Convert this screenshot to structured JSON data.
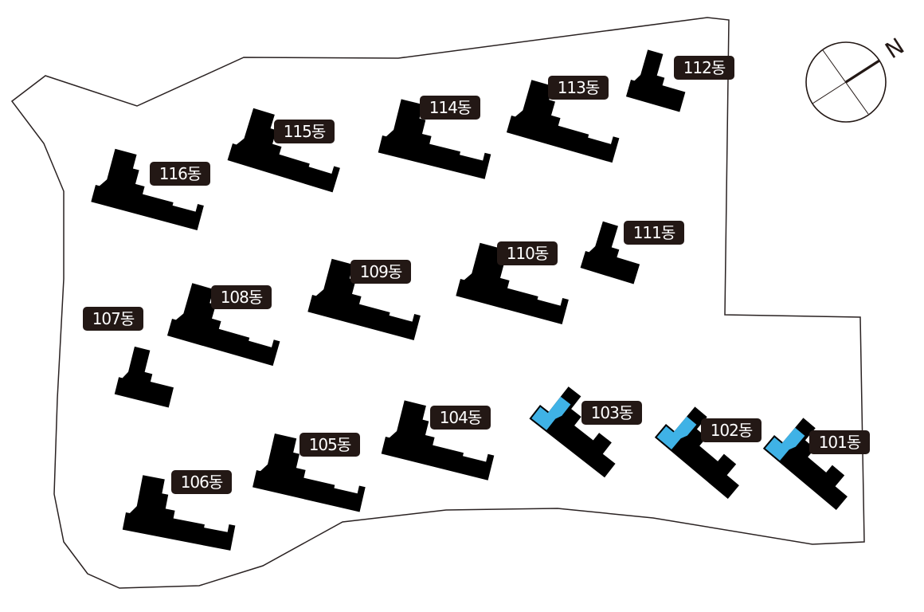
{
  "map": {
    "compass_label": "N",
    "highlight_color": "#3fb2e6",
    "buildings": [
      {
        "id": "101",
        "label": "101동",
        "highlighted": true
      },
      {
        "id": "102",
        "label": "102동",
        "highlighted": true
      },
      {
        "id": "103",
        "label": "103동",
        "highlighted": true
      },
      {
        "id": "104",
        "label": "104동",
        "highlighted": false
      },
      {
        "id": "105",
        "label": "105동",
        "highlighted": false
      },
      {
        "id": "106",
        "label": "106동",
        "highlighted": false
      },
      {
        "id": "107",
        "label": "107동",
        "highlighted": false
      },
      {
        "id": "108",
        "label": "108동",
        "highlighted": false
      },
      {
        "id": "109",
        "label": "109동",
        "highlighted": false
      },
      {
        "id": "110",
        "label": "110동",
        "highlighted": false
      },
      {
        "id": "111",
        "label": "111동",
        "highlighted": false
      },
      {
        "id": "112",
        "label": "112동",
        "highlighted": false
      },
      {
        "id": "113",
        "label": "113동",
        "highlighted": false
      },
      {
        "id": "114",
        "label": "114동",
        "highlighted": false
      },
      {
        "id": "115",
        "label": "115동",
        "highlighted": false
      },
      {
        "id": "116",
        "label": "116동",
        "highlighted": false
      }
    ]
  }
}
